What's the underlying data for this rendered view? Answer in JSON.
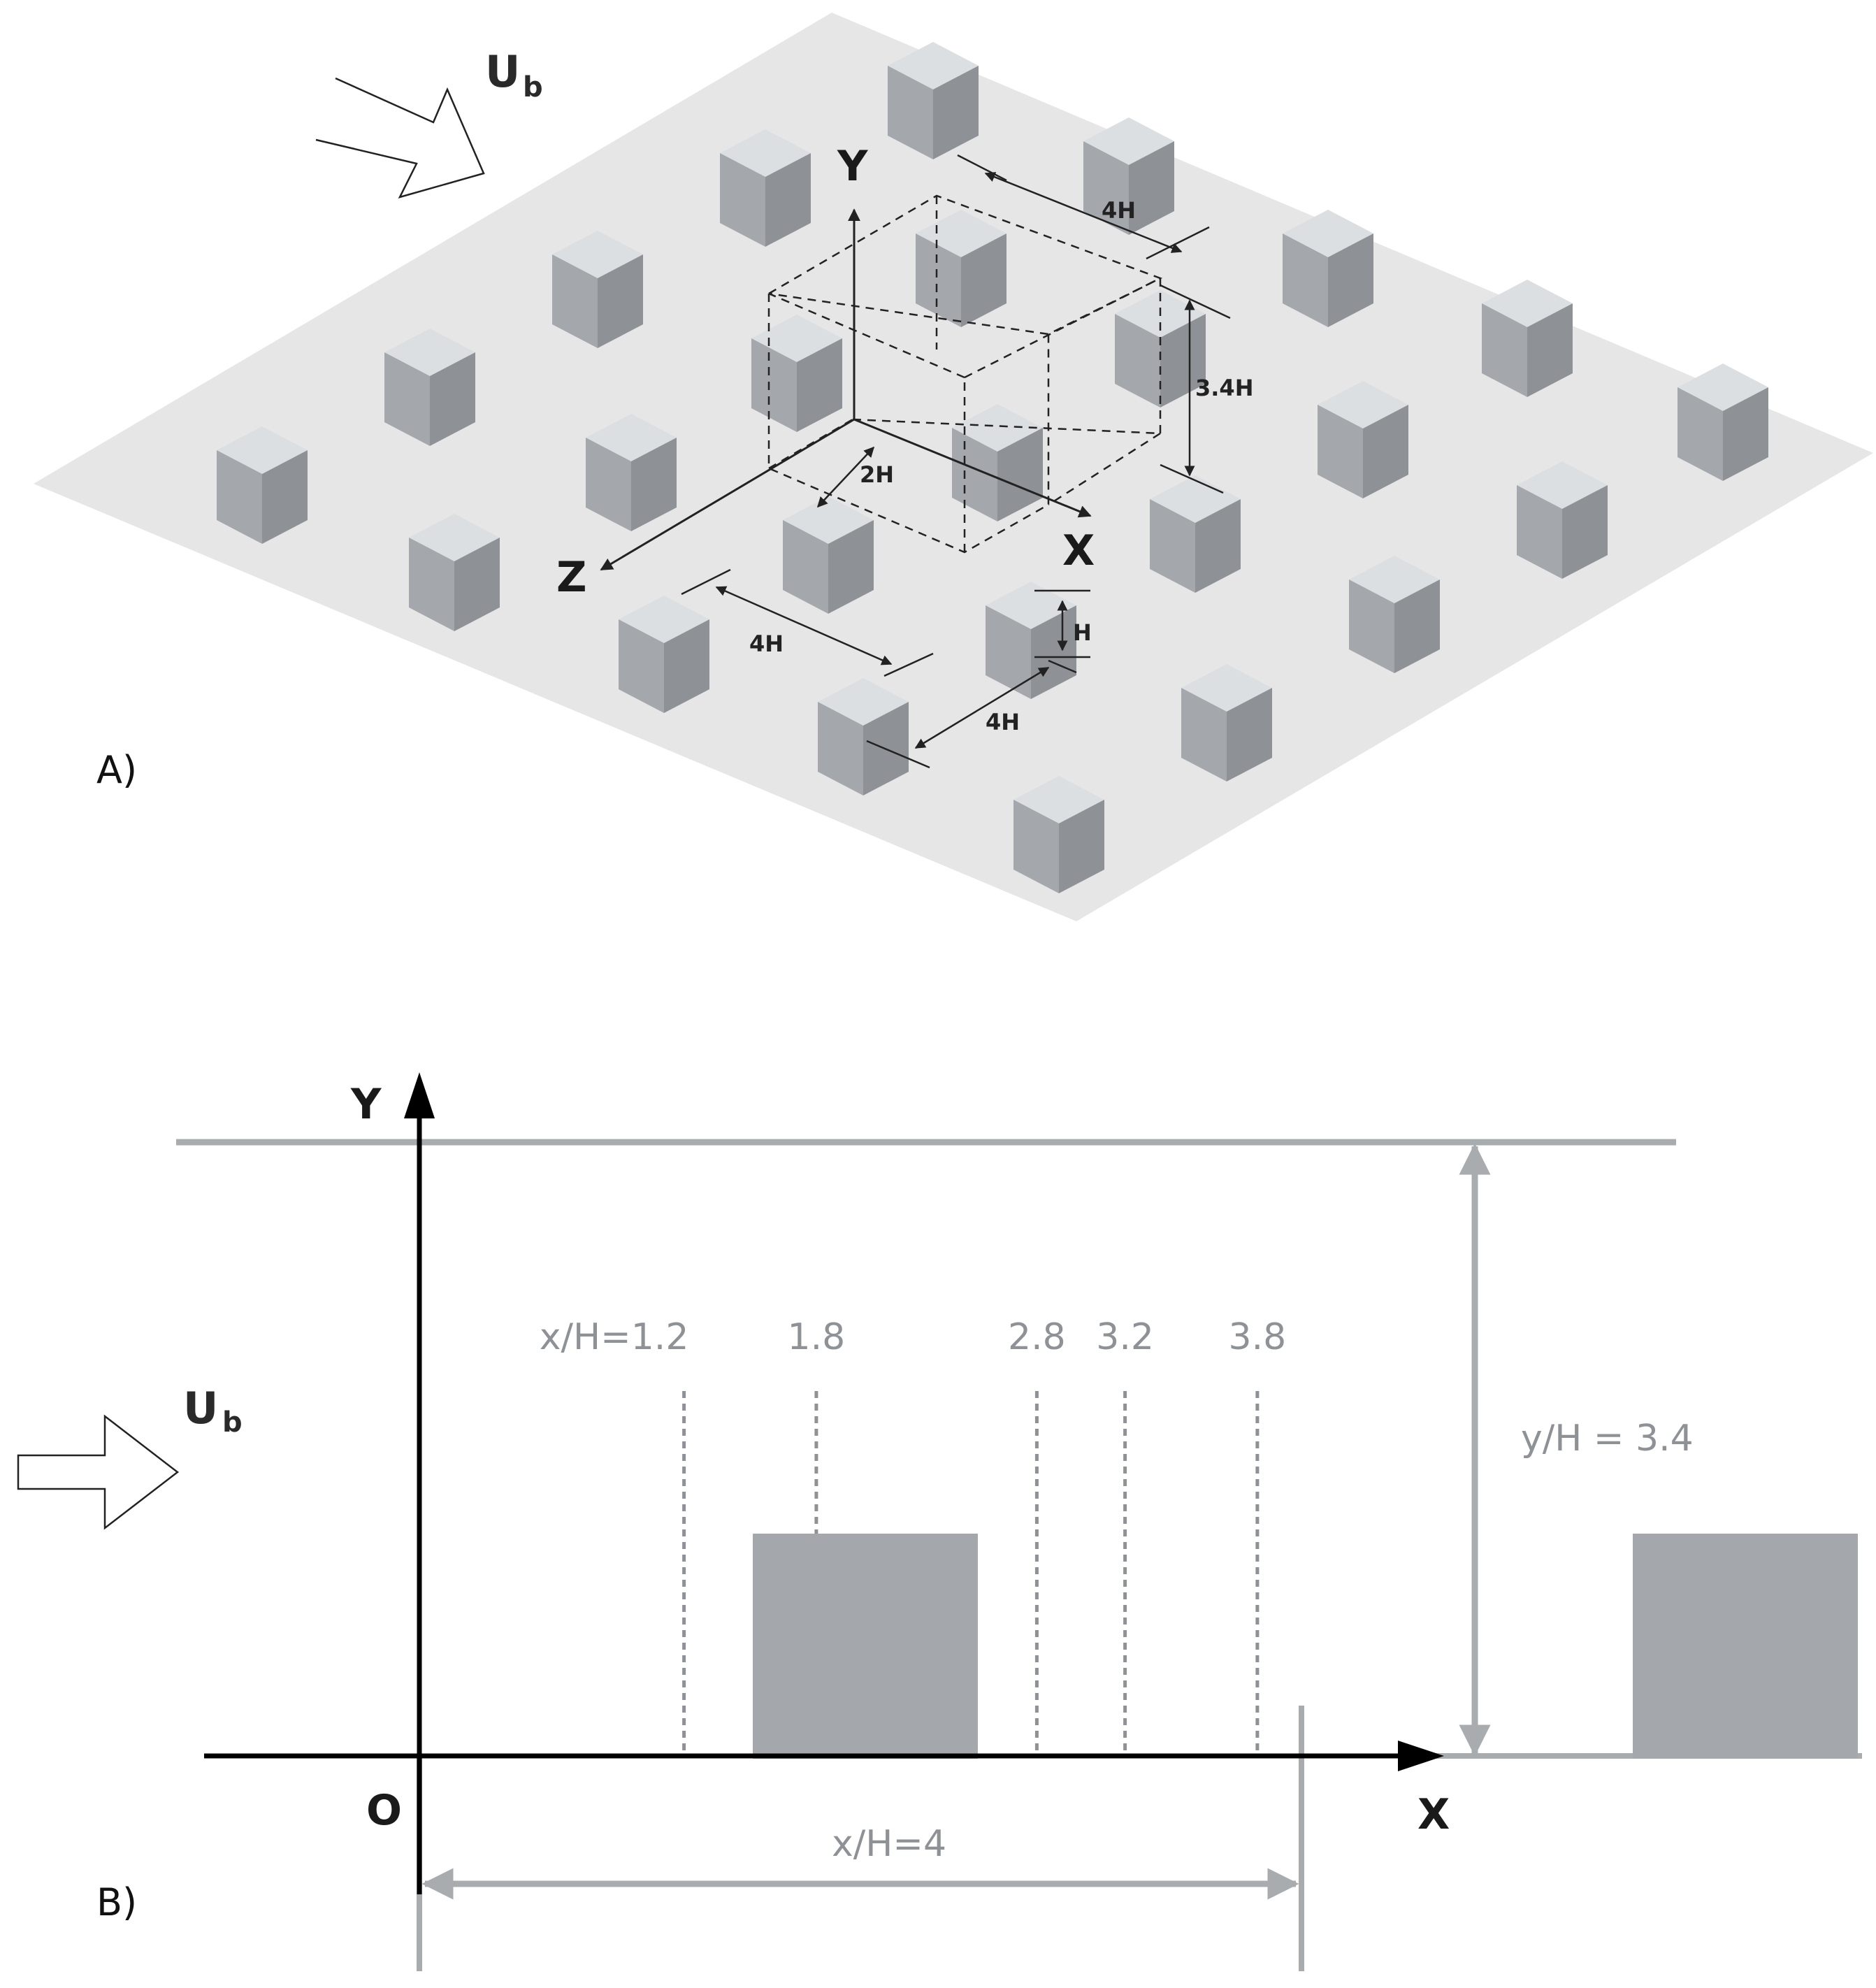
{
  "panel_a": {
    "label": "A)",
    "flow_label": {
      "main": "U",
      "sub": "b"
    },
    "axes": {
      "x": "X",
      "y": "Y",
      "z": "Z"
    },
    "dimensions": {
      "spacing_top": "4H",
      "domain_height": "3.4H",
      "half_width": "2H",
      "spacing_bottom": "4H",
      "cube_height": "H",
      "spacing_diag": "4H"
    },
    "colors": {
      "plate": "#e6e6e6",
      "cube_top": "#dcdfe2",
      "cube_left": "#a4a8ac",
      "cube_right": "#8e9296"
    }
  },
  "panel_b": {
    "label": "B)",
    "flow_label": {
      "main": "U",
      "sub": "b"
    },
    "axes": {
      "x": "X",
      "y": "Y",
      "origin": "O"
    },
    "stations": [
      {
        "x_over_h": 1.2,
        "label": "x/H=1.2"
      },
      {
        "x_over_h": 1.8,
        "label": "1.8"
      },
      {
        "x_over_h": 2.8,
        "label": "2.8"
      },
      {
        "x_over_h": 3.2,
        "label": "3.2"
      },
      {
        "x_over_h": 3.8,
        "label": "3.8"
      }
    ],
    "period_label": "x/H=4",
    "height_label": "y/H = 3.4",
    "colors": {
      "block": "#a4a7ab",
      "guide": "#a9acaf",
      "axis": "#000000"
    }
  }
}
